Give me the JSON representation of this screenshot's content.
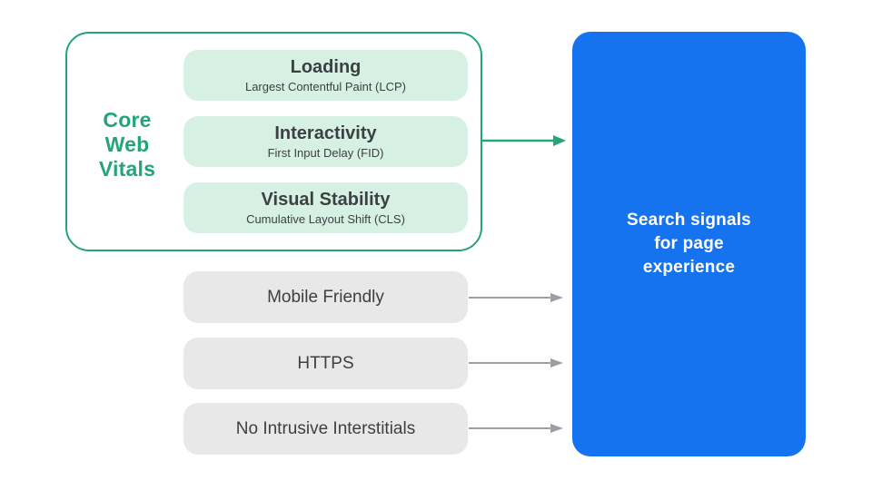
{
  "core_web_vitals": {
    "label": "Core\nWeb\nVitals",
    "items": [
      {
        "title": "Loading",
        "subtitle": "Largest Contentful Paint (LCP)"
      },
      {
        "title": "Interactivity",
        "subtitle": "First Input Delay (FID)"
      },
      {
        "title": "Visual Stability",
        "subtitle": "Cumulative Layout Shift (CLS)"
      }
    ]
  },
  "other_signals": {
    "items": [
      {
        "label": "Mobile Friendly"
      },
      {
        "label": "HTTPS"
      },
      {
        "label": "No Intrusive Interstitials"
      }
    ]
  },
  "result_panel": {
    "label": "Search signals\nfor page\nexperience"
  },
  "icons": {
    "cwv_arrow": "green-right-arrow",
    "signal_arrows": "gray-right-arrow"
  },
  "colors": {
    "green": "#23A47A",
    "green-light": "#D6F1E4",
    "gray-box": "#E8E8E8",
    "gray-arrow": "#9AA0A6",
    "text-dark": "#3C4043",
    "blue": "#1673F0",
    "white-text": "#FFFFFF"
  }
}
